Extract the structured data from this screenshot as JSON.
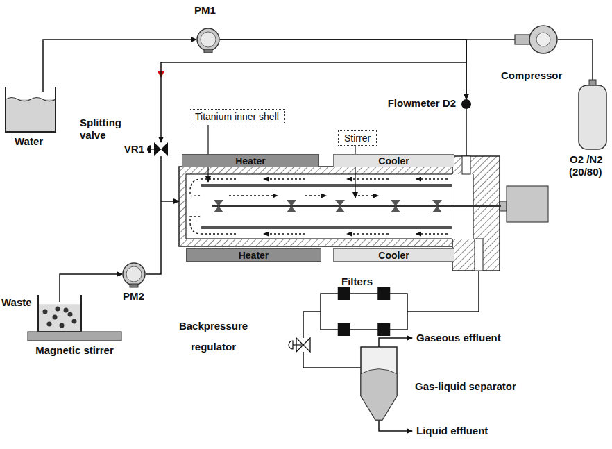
{
  "diagram": {
    "nodes": [
      {
        "text": [
          "Water"
        ]
      },
      {
        "text": [
          "PM1"
        ]
      },
      {
        "text": [
          "Compressor"
        ]
      },
      {
        "text": [
          "O2 /N2",
          "(20/80)"
        ]
      },
      {
        "text": [
          "Splitting valve",
          "VR1"
        ]
      },
      {
        "text": [
          "Flowmeter D2"
        ]
      },
      {
        "text": [
          "Titanium inner shell"
        ]
      },
      {
        "text": [
          "Stirrer"
        ]
      },
      {
        "text": [
          "Heater"
        ]
      },
      {
        "text": [
          "Cooler"
        ]
      },
      {
        "text": [
          "Heater"
        ]
      },
      {
        "text": [
          "Cooler"
        ]
      },
      {
        "text": [
          "PM2"
        ]
      },
      {
        "text": [
          "Waste"
        ]
      },
      {
        "text": [
          "Magnetic stirrer"
        ]
      },
      {
        "text": [
          "Filters"
        ]
      },
      {
        "text": [
          "Backpressure regulator"
        ]
      },
      {
        "text": [
          "Gas-liquid separator"
        ]
      }
    ],
    "edges": [
      {
        "from": 0,
        "to": 1,
        "arrow": "to"
      },
      {
        "from": 1,
        "to": 5,
        "arrow": "to"
      },
      {
        "from": 2,
        "to": 5,
        "arrow": "to"
      },
      {
        "from": 3,
        "to": 2,
        "arrow": "none"
      },
      {
        "from": 1,
        "to": 4,
        "arrow": "to"
      },
      {
        "from": 13,
        "to": 12,
        "arrow": "to"
      },
      {
        "from": 15,
        "to": 16,
        "arrow": "none"
      },
      {
        "from": 16,
        "to": 17,
        "arrow": "none"
      }
    ],
    "labels": [
      "Gaseous effluent",
      "Liquid effluent"
    ]
  }
}
